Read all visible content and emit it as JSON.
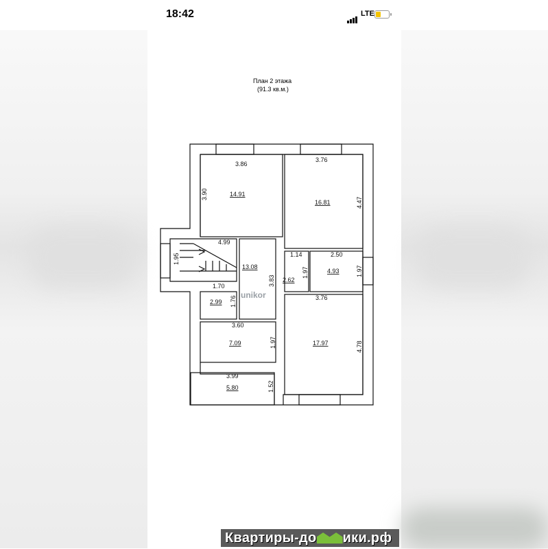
{
  "status_bar": {
    "time": "18:42",
    "network": "LTE",
    "battery_color": "#f5c400"
  },
  "plan": {
    "title": "План 2 этажа",
    "subtitle": "(91.3  кв.м.)",
    "room_areas": [
      "14.91",
      "16.81",
      "13.08",
      "2.62",
      "4.93",
      "2.99",
      "7.09",
      "17.97",
      "5.80"
    ],
    "dimensions": {
      "r1_width": "3.86",
      "r1_height": "3.90",
      "r2_width": "3.76",
      "r2_height": "4.47",
      "stair_width": "4.99",
      "stair_height": "1.95",
      "corr_width": "1.14",
      "corr_height": "1.97",
      "r5_width": "2.50",
      "r5_height": "1.97",
      "hall_height": "3.83",
      "r6_width": "1.70",
      "r6_height": "1.76",
      "r7_width": "3.60",
      "r7_height": "1.97",
      "r8_width": "3.76",
      "r8_height": "4.78",
      "r9_width": "3.99",
      "r9_height": "1.52"
    },
    "watermark_logo": "unikor"
  },
  "footer_watermark": {
    "text_before": "Квартиры-до",
    "text_after": "ики.рф",
    "logo_text": "Квартиры-домики.рф"
  }
}
